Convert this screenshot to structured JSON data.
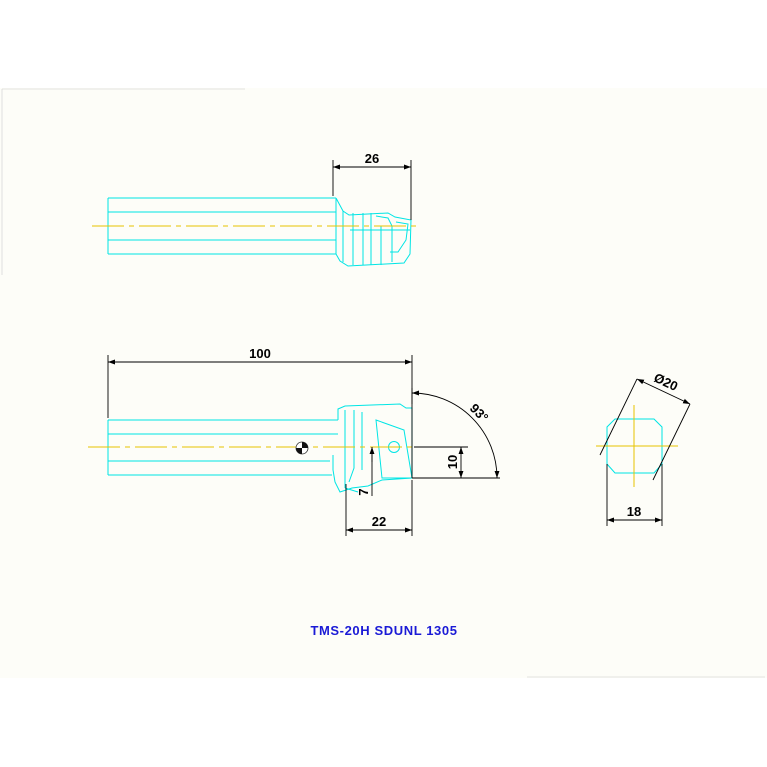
{
  "dimensions": {
    "top_head_length": "26",
    "overall_length": "100",
    "approach_angle": "93°",
    "tip_height": "10",
    "tip_offset": "7",
    "head_length": "22",
    "shank_diameter": "Ø20",
    "flat_width": "18"
  },
  "title": "TMS-20H SDUNL 1305",
  "colors": {
    "background": "#ffffff",
    "paper": "#fdfdf8",
    "outline": "#00e5e5",
    "centerline": "#e6c400",
    "dimension": "#000000",
    "title": "#1a1ad6"
  }
}
